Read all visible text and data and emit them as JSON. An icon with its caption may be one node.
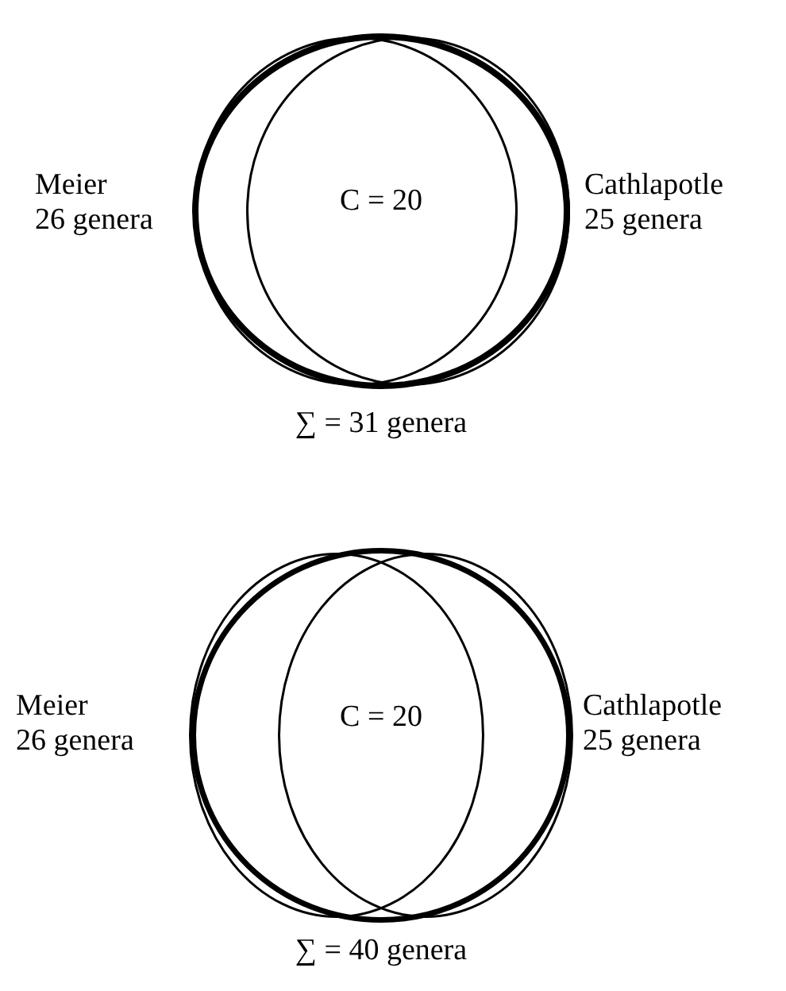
{
  "diagram": {
    "nodes": [
      {
        "text": [],
        "shape": "circle",
        "beside": [
          "∑ = 31 genera"
        ]
      },
      {
        "text": [
          "Meier",
          "26 genera"
        ],
        "in": 0
      },
      {
        "text": [
          "Cathlapotle",
          "25 genera"
        ],
        "in": 0
      },
      {
        "text": [],
        "shape": "circle",
        "beside": [
          "∑ = 40 genera"
        ]
      },
      {
        "text": [
          "Meier",
          "26 genera"
        ],
        "in": 3
      },
      {
        "text": [
          "Cathlapotle",
          "25 genera"
        ],
        "in": 3
      }
    ],
    "labels": [
      "C = 20",
      "C = 20"
    ]
  }
}
